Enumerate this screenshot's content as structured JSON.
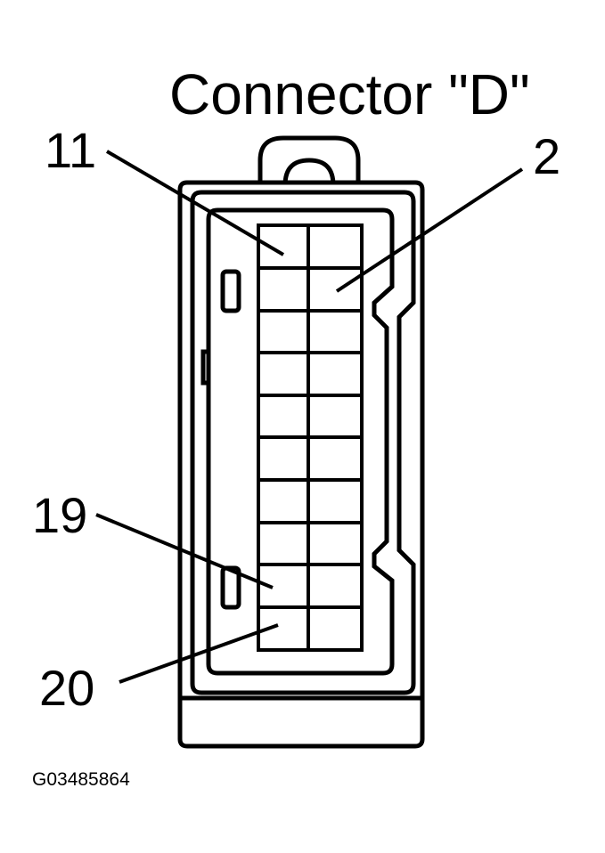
{
  "diagram": {
    "title": "Connector \"D\"",
    "image_code": "G03485864",
    "colors": {
      "ink": "#000000",
      "paper": "#ffffff"
    },
    "pin_labels": [
      {
        "text": "11",
        "name": "pin-label-11"
      },
      {
        "text": "2",
        "name": "pin-label-2"
      },
      {
        "text": "19",
        "name": "pin-label-19"
      },
      {
        "text": "20",
        "name": "pin-label-20"
      }
    ],
    "cavity_grid": {
      "columns": 2,
      "rows": 10
    }
  }
}
